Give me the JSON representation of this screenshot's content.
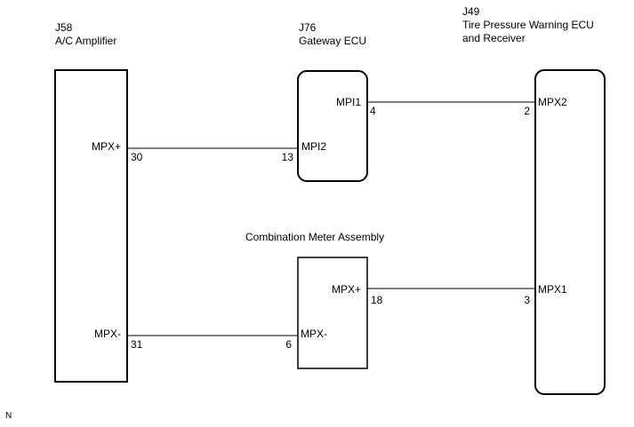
{
  "components": {
    "a_c_amplifier": {
      "code": "J58",
      "name": "A/C Amplifier"
    },
    "gateway_ecu": {
      "code": "J76",
      "name": "Gateway ECU"
    },
    "tpms_ecu": {
      "code": "J49",
      "name_line1": "Tire Pressure Warning ECU",
      "name_line2": "and Receiver"
    },
    "combination_meter": {
      "name": "Combination Meter Assembly"
    }
  },
  "pins": {
    "amp_mpx_plus": {
      "name": "MPX+",
      "num": "30"
    },
    "amp_mpx_minus": {
      "name": "MPX-",
      "num": "31"
    },
    "gw_mpi1": {
      "name": "MPI1",
      "num": "4"
    },
    "gw_mpi2": {
      "name": "MPI2",
      "num": "13"
    },
    "tp_mpx2": {
      "name": "MPX2",
      "num": "2"
    },
    "tp_mpx1": {
      "name": "MPX1",
      "num": "3"
    },
    "cm_mpx_plus": {
      "name": "MPX+",
      "num": "18"
    },
    "cm_mpx_minus": {
      "name": "MPX-",
      "num": "6"
    }
  },
  "footer": {
    "mark": "N"
  }
}
